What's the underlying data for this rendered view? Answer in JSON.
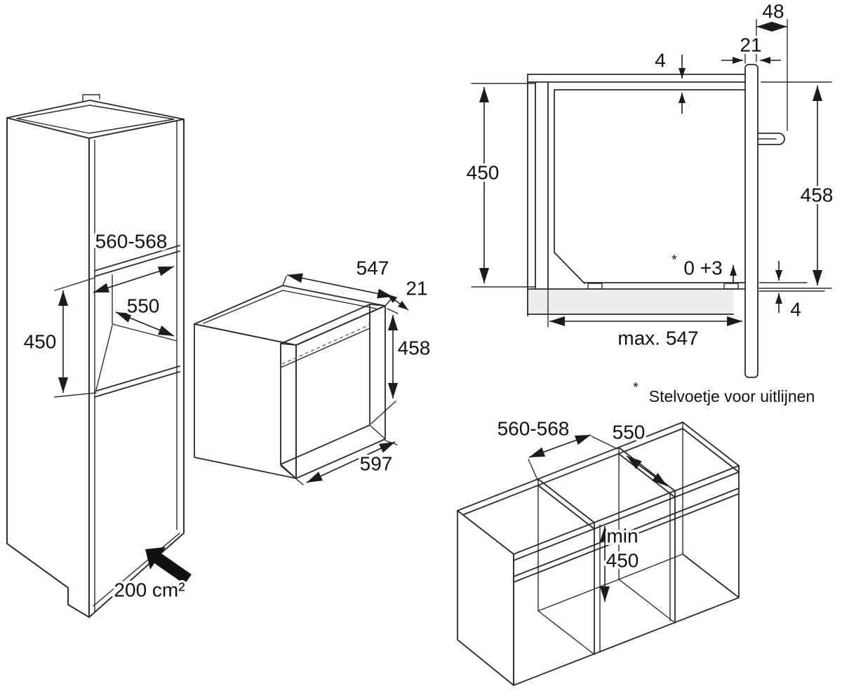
{
  "figure": {
    "title_semantic": "built-in-oven-installation-dimensions",
    "tall_cabinet": {
      "niche_width": "560-568",
      "niche_depth": "550",
      "niche_height": "450",
      "vent_area": "200 cm²"
    },
    "oven": {
      "depth": "547",
      "door_overhang": "21",
      "height": "458",
      "width": "597"
    },
    "side_section": {
      "protrusion": "48",
      "door_thickness": "21",
      "gap_top": "4",
      "niche_height": "450",
      "appliance_height": "458",
      "leveling_mark": "*",
      "leveling_range": "0 +3",
      "gap_bottom": "4",
      "max_depth": "max. 547",
      "footnote_mark": "*",
      "footnote": "Stelvoetje voor uitlijnen"
    },
    "base_cabinet": {
      "niche_width": "560-568",
      "niche_depth": "550",
      "min_label": "min",
      "min_height": "450"
    }
  },
  "colors": {
    "line": "#2b2b2b",
    "surface_light": "#d9d9d9",
    "door_gray": "#b5b5b5",
    "door_strip": "#c2c2c2",
    "panel_gray": "#ededed",
    "arrow_black": "#111111",
    "background": "#ffffff"
  }
}
